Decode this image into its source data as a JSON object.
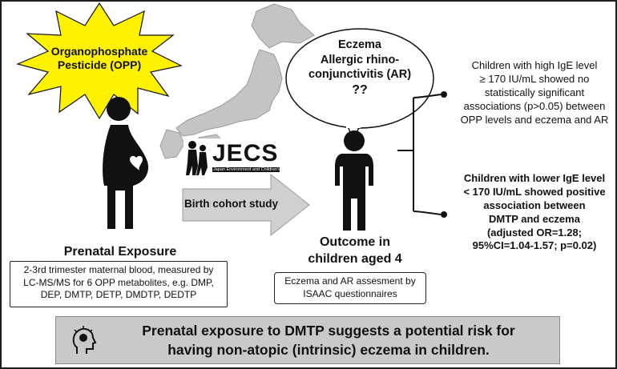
{
  "opp_burst": {
    "line1": "Organophosphate",
    "line2": "Pesticide (OPP)"
  },
  "speech_bubble": {
    "line1": "Eczema",
    "line2": "Allergic rhino-",
    "line3": "conjunctivitis (AR)",
    "line4": "??"
  },
  "jecs_logo": {
    "word": "JECS",
    "subtitle": "Japan Environment and Children's Study"
  },
  "arrow_label": "Birth cohort study",
  "prenatal": {
    "title": "Prenatal Exposure",
    "desc1": "2-3rd trimester maternal blood, measured by",
    "desc2": "LC-MS/MS for 6 OPP metabolites, e.g. DMP,",
    "desc3": "DEP, DMTP, DETP, DMDTP, DEDTP"
  },
  "outcome": {
    "title1": "Outcome in",
    "title2": "children aged 4",
    "desc1": "Eczema and AR assesment by",
    "desc2": "ISAAC questionnaires"
  },
  "finding_high": {
    "l1": "Children with high IgE level",
    "l2": "≥ 170 IU/mL showed no",
    "l3": "statistically significant",
    "l4": "associations (p>0.05) between",
    "l5": "OPP levels and eczema and AR"
  },
  "finding_low": {
    "l1": "Children with lower IgE level",
    "l2": "< 170 IU/mL showed positive",
    "l3": "association between",
    "l4": "DMTP and eczema",
    "l5": "(adjusted OR=1.28;",
    "l6": "95%CI=1.04-1.57; p=0.02)"
  },
  "conclusion": {
    "line1": "Prenatal exposure to DMTP suggests a potential risk for",
    "line2": "having non-atopic (intrinsic) eczema in children."
  },
  "icons": [
    "japan-map-icon",
    "pregnant-woman-icon",
    "heart-icon",
    "child-icon",
    "lightbulb-head-icon",
    "starburst-icon"
  ],
  "colors": {
    "burst_fill": "#fff200",
    "banner": "#c9c9c9",
    "map": "#c8c8c8",
    "arrow": "#d0d0d0"
  }
}
